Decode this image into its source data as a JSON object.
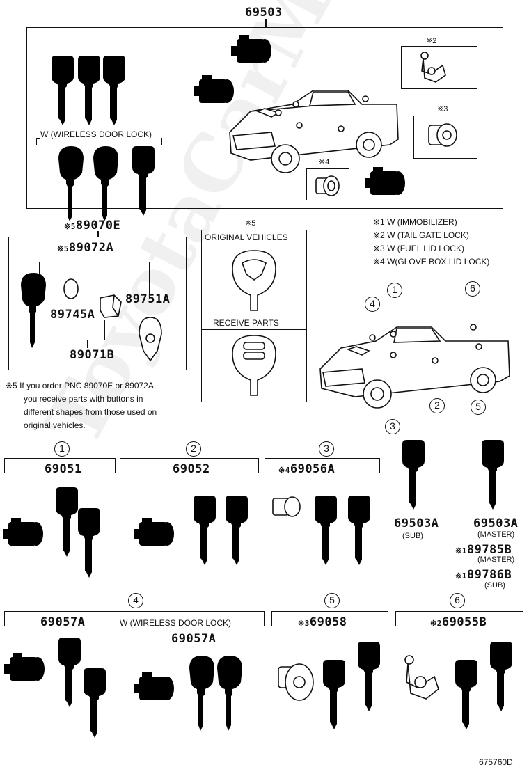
{
  "top": {
    "part": "69503",
    "wireless_label": "W (WIRELESS DOOR LOCK)",
    "mark2": "※2",
    "mark3": "※3",
    "mark4": "※4"
  },
  "remote": {
    "outer_mark": "※5",
    "outer_part": "89070E",
    "inner_mark": "※5",
    "inner_part": "89072A",
    "battery": "89745A",
    "cover": "89751A",
    "sub": "89071B"
  },
  "compare": {
    "mark": "※5",
    "original": "ORIGINAL VEHICLES",
    "receive": "RECEIVE PARTS"
  },
  "notes": [
    "※1 W (IMMOBILIZER)",
    "※2 W (TAIL GATE LOCK)",
    "※3 W (FUEL LID LOCK)",
    "※4 W(GLOVE BOX LID LOCK)"
  ],
  "footnote": [
    "※5 If you order PNC 89070E or 89072A,",
    "you receive parts with buttons in",
    "different shapes from those used on",
    "original vehicles."
  ],
  "truck_callouts": [
    "4",
    "1",
    "6",
    "2",
    "5",
    "3"
  ],
  "sets": {
    "s1": {
      "num": "1",
      "part": "69051"
    },
    "s2": {
      "num": "2",
      "part": "69052"
    },
    "s3": {
      "num": "3",
      "mark": "※4",
      "part": "69056A"
    },
    "s4": {
      "num": "4",
      "part": "69057A",
      "wireless_label": "W (WIRELESS DOOR LOCK)",
      "wireless_part": "69057A"
    },
    "s5": {
      "num": "5",
      "mark": "※3",
      "part": "69058"
    },
    "s6": {
      "num": "6",
      "mark": "※2",
      "part": "69055B"
    }
  },
  "keys": {
    "sub_part": "69503A",
    "sub_label": "(SUB)",
    "master_part": "69503A",
    "master_label": "(MASTER)",
    "m1_mark": "※1",
    "m1_part": "89785B",
    "m1_label": "(MASTER)",
    "m2_mark": "※1",
    "m2_part": "89786B",
    "m2_label": "(SUB)"
  },
  "watermark": "ToyotaCarMine.ru",
  "code": "675760D"
}
